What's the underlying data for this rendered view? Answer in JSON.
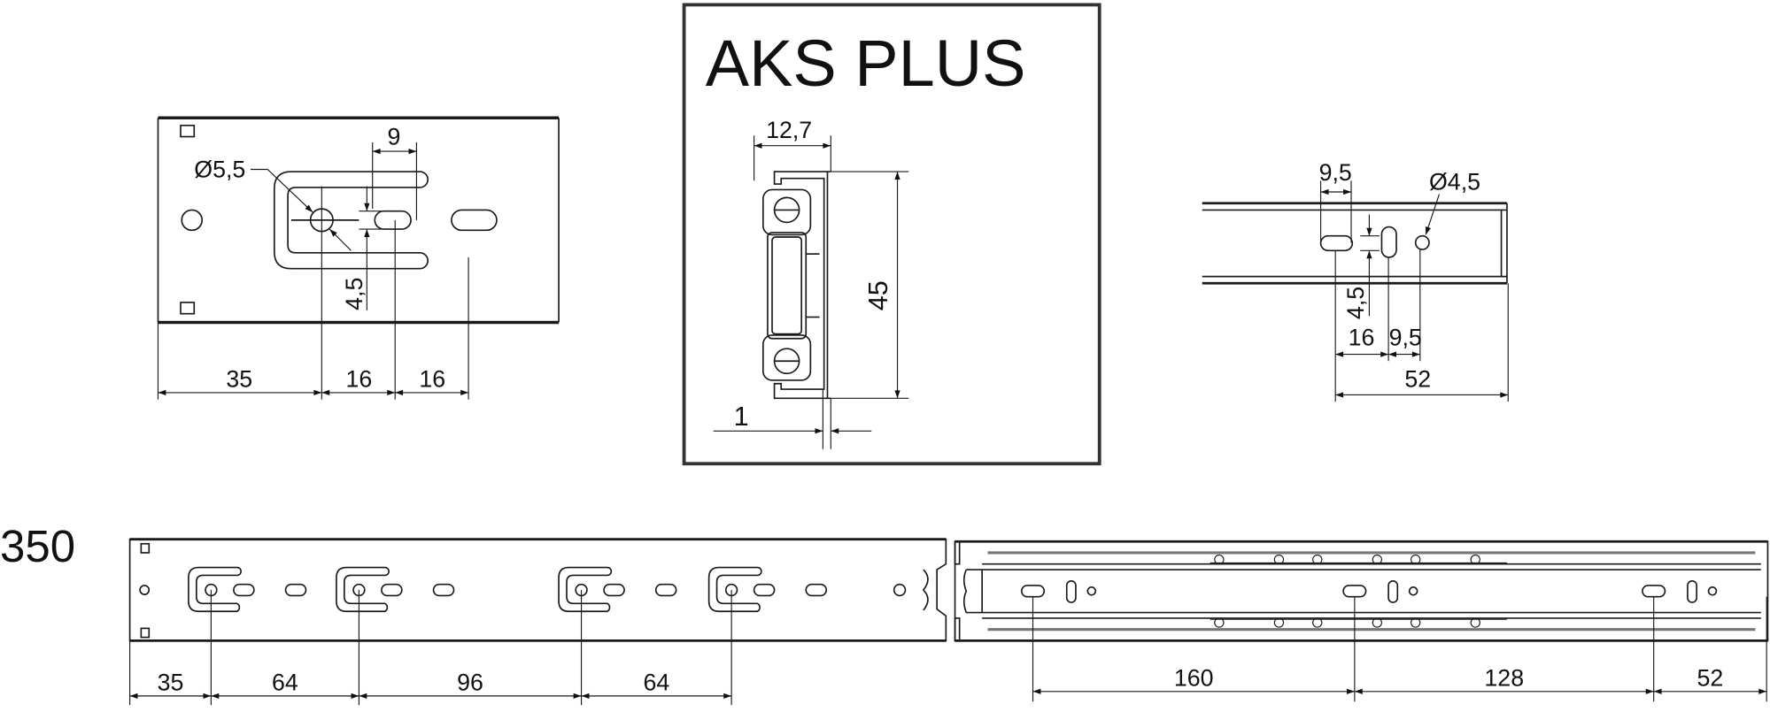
{
  "title": "AKS PLUS",
  "length_label": "350",
  "left_detail": {
    "hole_diameter": "Ø5,5",
    "slot_width": "9",
    "slot_height": "4,5",
    "dims": [
      "35",
      "16",
      "16"
    ]
  },
  "profile_detail": {
    "width": "12,7",
    "height": "45",
    "gap": "1"
  },
  "right_detail": {
    "slot_width": "9,5",
    "hole_diameter": "Ø4,5",
    "slot_height": "4,5",
    "dims": [
      "16",
      "9,5"
    ],
    "total": "52"
  },
  "cabinet_rail": {
    "dims": [
      "35",
      "64",
      "96",
      "64"
    ]
  },
  "drawer_rail": {
    "dims": [
      "160",
      "128",
      "52"
    ]
  },
  "colors": {
    "line": "#1a1a1a",
    "frame": "#333333"
  }
}
